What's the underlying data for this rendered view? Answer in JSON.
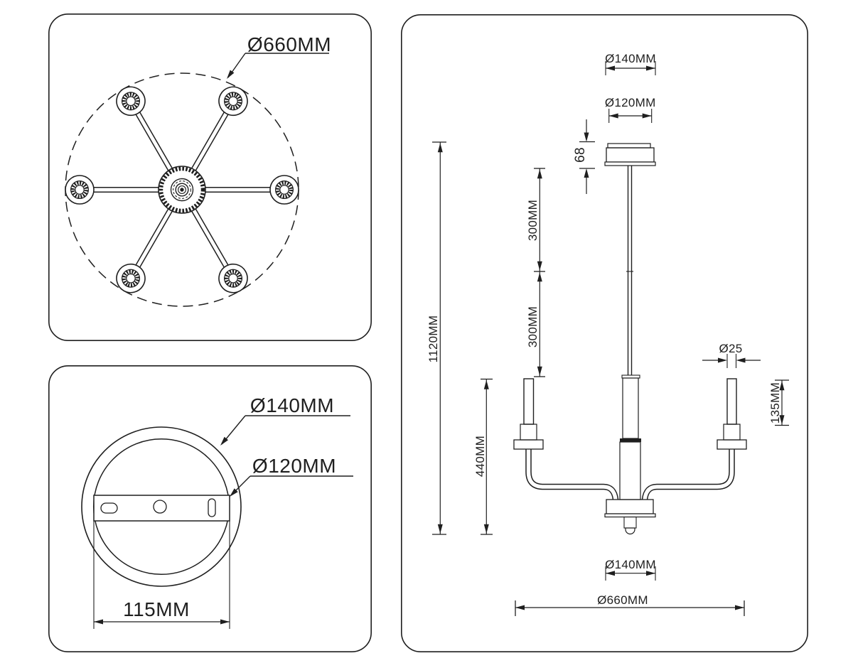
{
  "colors": {
    "line": "#1f1f1f",
    "background": "#ffffff"
  },
  "top_view": {
    "overall_diameter_label": "Ø660MM"
  },
  "mount_plate_view": {
    "outer_diameter_label": "Ø140MM",
    "inner_diameter_label": "Ø120MM",
    "mount_hole_spacing_label": "115MM"
  },
  "side_view": {
    "canopy_outer_diameter_label": "Ø140MM",
    "canopy_inner_diameter_label": "Ø120MM",
    "canopy_height_label": "68",
    "upper_rod_length_label": "300MM",
    "lower_rod_length_label": "300MM",
    "overall_height_label": "1120MM",
    "fixture_height_label": "440MM",
    "candle_diameter_label": "Ø25",
    "candle_height_label": "135MM",
    "hub_diameter_label": "Ø140MM",
    "overall_width_label": "Ø660MM"
  }
}
